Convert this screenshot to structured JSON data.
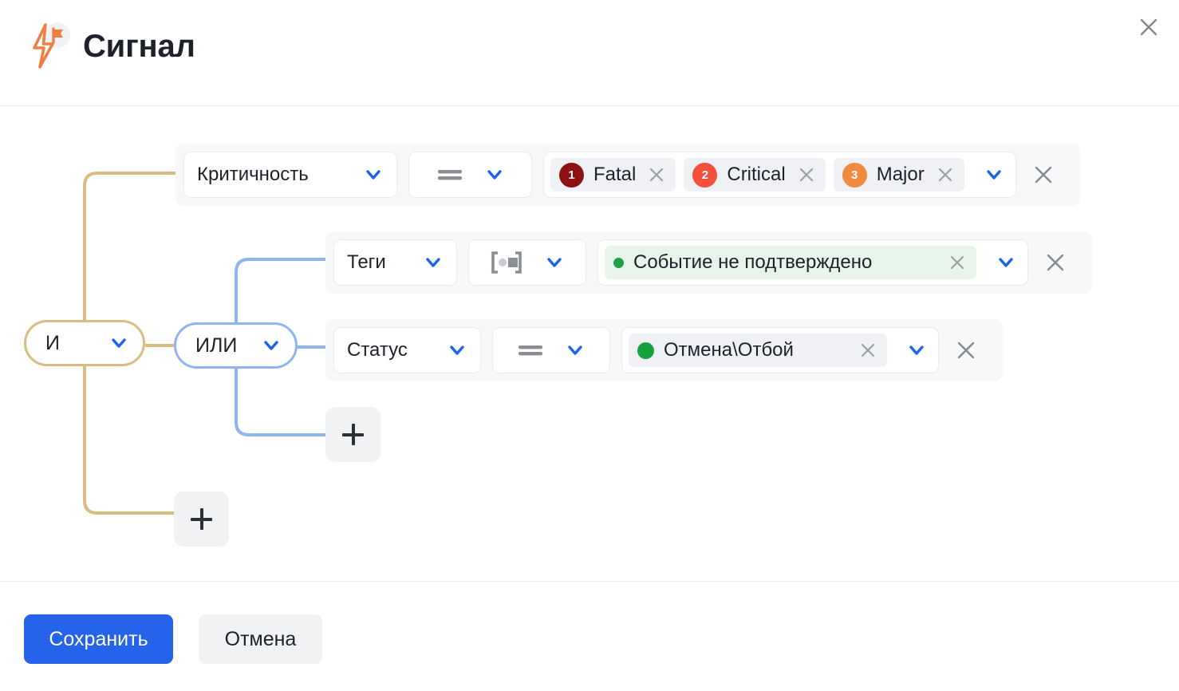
{
  "header": {
    "title": "Сигнал",
    "logo_icon": "lightning-flag-logo",
    "close_icon": "close-icon",
    "accent_color": "#ee8042"
  },
  "builder": {
    "root": {
      "label": "И",
      "border_color": "#d9bc80",
      "wire_color": "#d9bc80"
    },
    "group": {
      "label": "ИЛИ",
      "border_color": "#8fb5ef",
      "wire_color": "#8fb5ef"
    },
    "add_label": "+",
    "conditions": [
      {
        "field": "Критичность",
        "operator_icon": "equals-icon",
        "operator_label": "=",
        "values": [
          {
            "text": "Fatal",
            "badge": "1",
            "badge_color": "#8e1111"
          },
          {
            "text": "Critical",
            "badge": "2",
            "badge_color": "#f4503c"
          },
          {
            "text": "Major",
            "badge": "3",
            "badge_color": "#ef8a3f"
          }
        ]
      },
      {
        "field": "Теги",
        "operator_icon": "contains-icon",
        "operator_label": "[•▪]",
        "values": [
          {
            "text": "Событие не подтверждено",
            "dot_color": "#1ca04a",
            "tag_style": "green"
          }
        ]
      },
      {
        "field": "Статус",
        "operator_icon": "equals-icon",
        "operator_label": "=",
        "values": [
          {
            "text": "Отмена\\Отбой",
            "dot_color": "#14a33f",
            "tag_style": "grey"
          }
        ]
      }
    ]
  },
  "footer": {
    "save_label": "Сохранить",
    "cancel_label": "Отмена",
    "primary_color": "#2563eb"
  }
}
